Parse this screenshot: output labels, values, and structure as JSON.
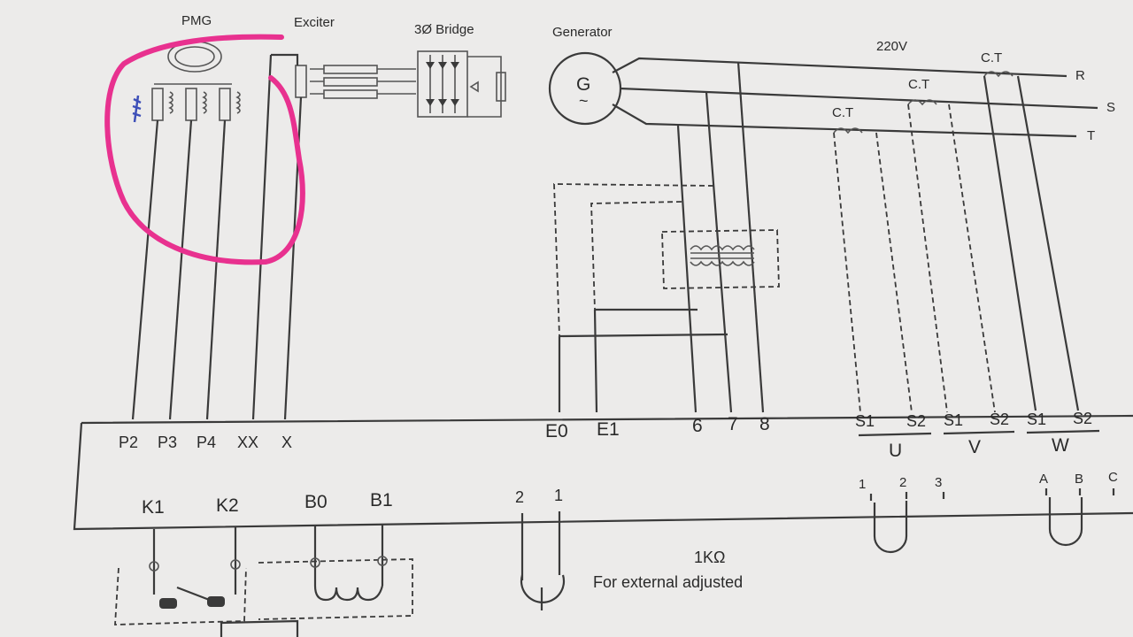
{
  "components": {
    "pmg": "PMG",
    "exciter": "Exciter",
    "bridge": "3Ø Bridge",
    "generator": "Generator",
    "gen_symbol": "G",
    "gen_wave": "~",
    "voltage": "220V",
    "ct": "C.T"
  },
  "phases": [
    "R",
    "S",
    "T"
  ],
  "terminals_top": {
    "p2": "P2",
    "p3": "P3",
    "p4": "P4",
    "xx": "XX",
    "x": "X",
    "e0": "E0",
    "e1": "E1",
    "t6": "6",
    "t7": "7",
    "t8": "8"
  },
  "ct_terminals": [
    {
      "s1": "S1",
      "s2": "S2",
      "group": "U"
    },
    {
      "s1": "S1",
      "s2": "S2",
      "group": "V"
    },
    {
      "s1": "S1",
      "s2": "S2",
      "group": "W"
    }
  ],
  "terminals_bottom": {
    "k1": "K1",
    "k2": "K2",
    "b0": "B0",
    "b1": "B1",
    "t2": "2",
    "t1": "1",
    "n1": "1",
    "n2": "2",
    "n3": "3",
    "a": "A",
    "b": "B",
    "c": "C"
  },
  "pot": {
    "value": "1KΩ",
    "caption": "For external adjusted"
  },
  "colors": {
    "paper": "#ecebea",
    "ink": "#3a3a3a",
    "marker": "#e8318f",
    "pen": "#3d4fb8"
  }
}
